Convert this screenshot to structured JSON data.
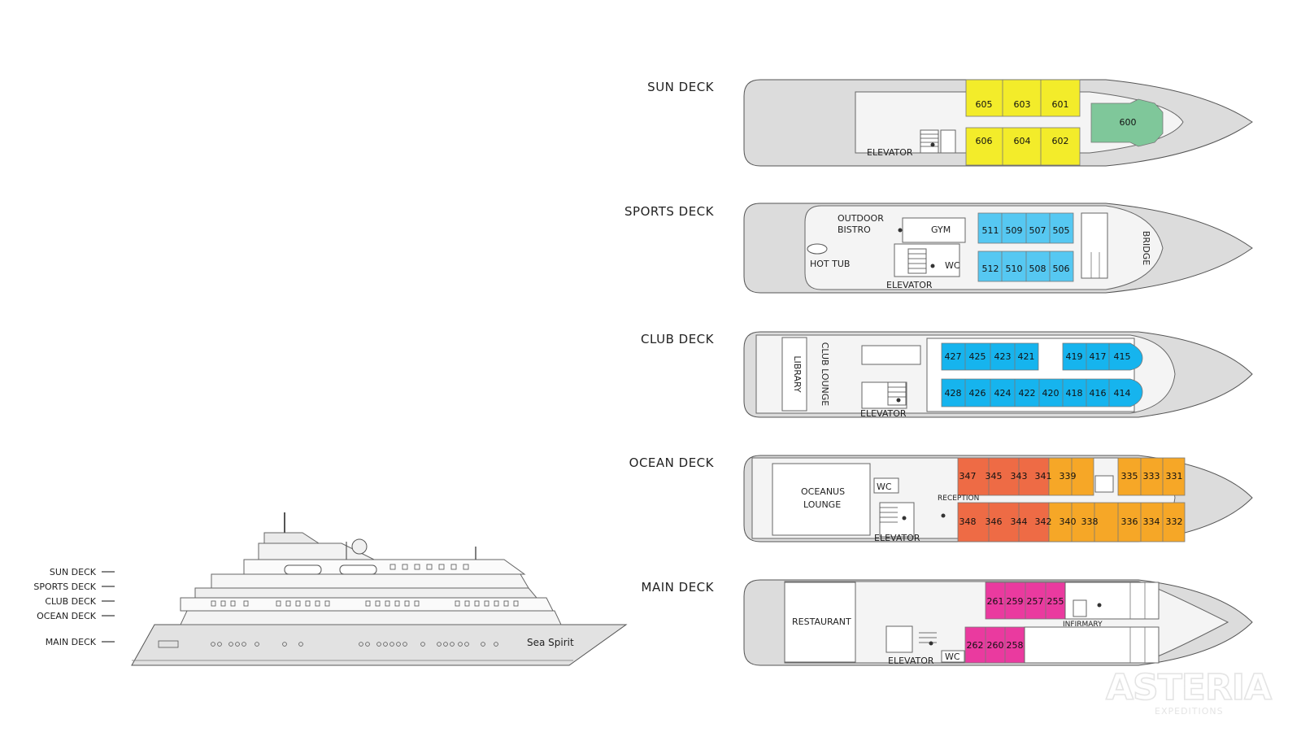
{
  "colors": {
    "suite": "#f3ec2a",
    "owner_suite": "#7fc79a",
    "sports_cabin": "#56c8f2",
    "club_cabin": "#16b4ee",
    "ocean_red": "#ee6b45",
    "ocean_orange": "#f6a727",
    "main_pink": "#ea3a9f",
    "hull": "#dcdcdc"
  },
  "profile": {
    "ship_name": "Sea Spirit",
    "labels": [
      "SUN DECK",
      "SPORTS DECK",
      "CLUB DECK",
      "OCEAN DECK",
      "MAIN DECK"
    ]
  },
  "decks": {
    "sun": {
      "title": "SUN DECK",
      "elevator": "ELEVATOR",
      "top_cabins": [
        "605",
        "603",
        "601"
      ],
      "bottom_cabins": [
        "606",
        "604",
        "602"
      ],
      "suite": "600"
    },
    "sports": {
      "title": "SPORTS DECK",
      "bistro_line1": "OUTDOOR",
      "bistro_line2": "BISTRO",
      "gym": "GYM",
      "hot_tub": "HOT TUB",
      "wc": "WC",
      "elevator": "ELEVATOR",
      "bridge": "BRIDGE",
      "top_cabins": [
        "511",
        "509",
        "507",
        "505"
      ],
      "bottom_cabins": [
        "512",
        "510",
        "508",
        "506"
      ]
    },
    "club": {
      "title": "CLUB DECK",
      "library": "LIBRARY",
      "club_lounge": "CLUB LOUNGE",
      "elevator": "ELEVATOR",
      "top_cabins_a": [
        "427",
        "425",
        "423",
        "421"
      ],
      "top_cabins_b": [
        "419",
        "417",
        "415"
      ],
      "bottom_cabins": [
        "428",
        "426",
        "424",
        "422",
        "420",
        "418",
        "416",
        "414"
      ]
    },
    "ocean": {
      "title": "OCEAN DECK",
      "lounge_line1": "OCEANUS",
      "lounge_line2": "LOUNGE",
      "wc": "WC",
      "reception": "RECEPTION",
      "elevator": "ELEVATOR",
      "top_red": [
        "347",
        "345",
        "343"
      ],
      "top_orange_a": [
        "341",
        "339"
      ],
      "top_orange_b": [
        "335",
        "333",
        "331"
      ],
      "bottom_red": [
        "348",
        "346",
        "344"
      ],
      "bottom_orange": [
        "342",
        "340",
        "338",
        "336",
        "334",
        "332"
      ]
    },
    "main": {
      "title": "MAIN DECK",
      "restaurant": "RESTAURANT",
      "infirmary": "INFIRMARY",
      "elevator": "ELEVATOR",
      "wc": "WC",
      "top_cabins": [
        "261",
        "259",
        "257",
        "255"
      ],
      "bottom_cabins": [
        "262",
        "260",
        "258"
      ]
    }
  },
  "watermark": {
    "brand": "ASTERIA",
    "sub": "EXPEDITIONS"
  }
}
